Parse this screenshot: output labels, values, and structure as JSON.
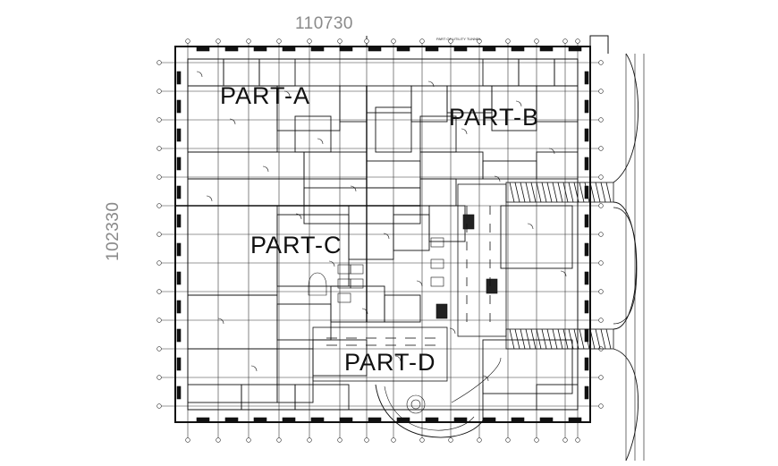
{
  "dimensions": {
    "width_label": "110730",
    "height_label": "102330"
  },
  "labels": {
    "tunnel": "PART OF UTILITY TUNNEL"
  },
  "parts": [
    {
      "name": "PART-A"
    },
    {
      "name": "PART-B"
    },
    {
      "name": "PART-C"
    },
    {
      "name": "PART-D"
    }
  ],
  "colors": {
    "line": "#1a1a1a",
    "dimension_text": "#8a8a8a",
    "grid": "#333333"
  }
}
